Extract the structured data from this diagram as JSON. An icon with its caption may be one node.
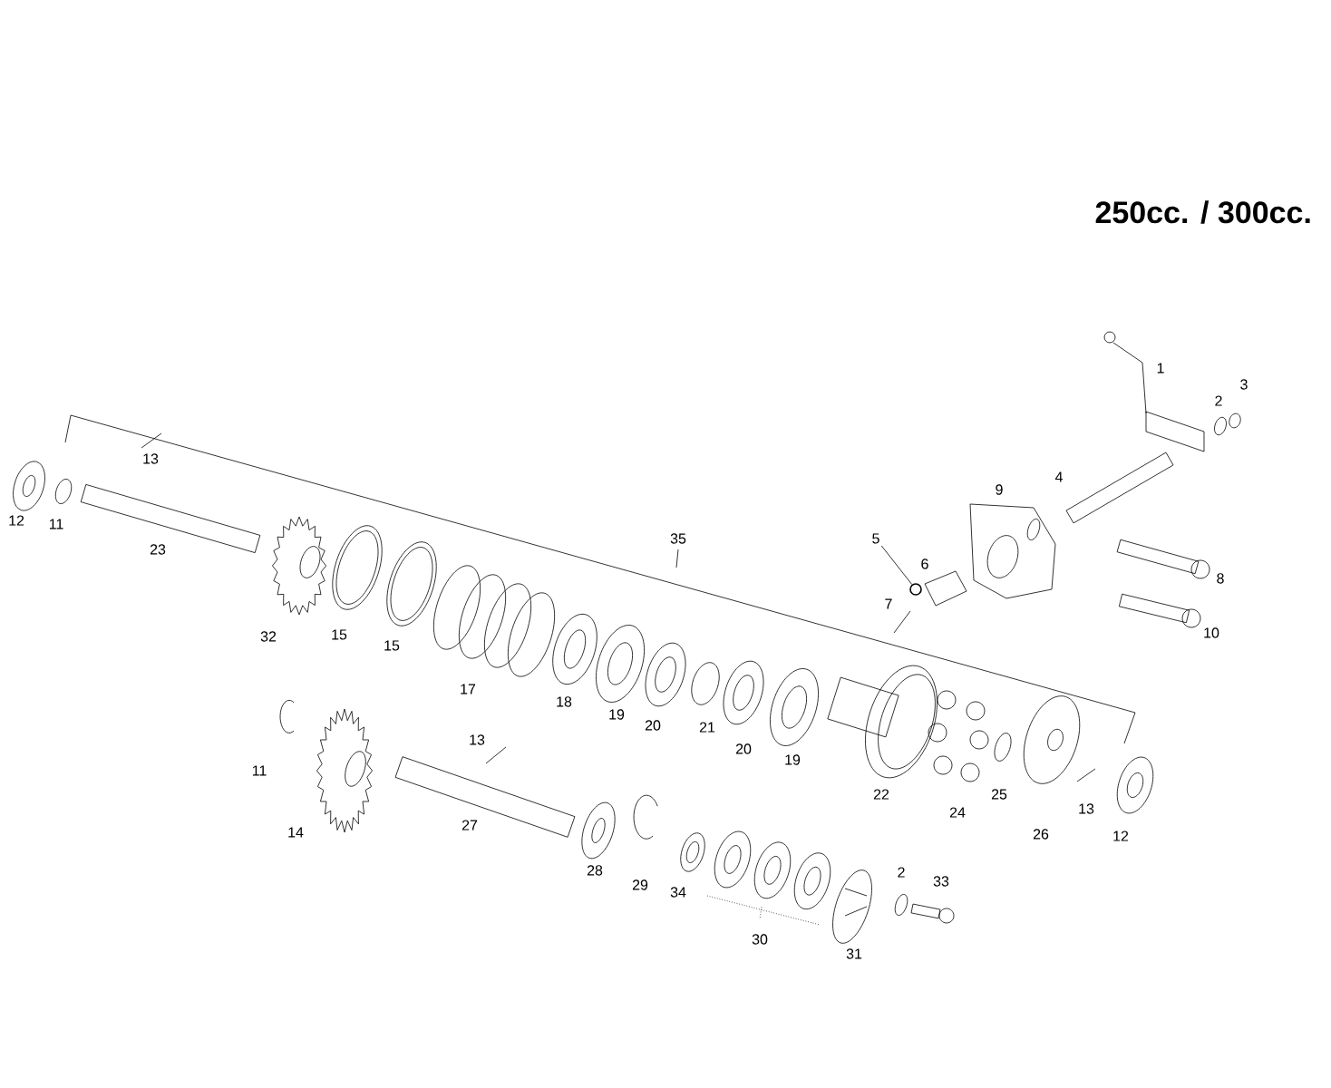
{
  "diagram": {
    "title": "250cc. / 300cc.",
    "nodes": [
      {
        "text": [
          "5"
        ]
      },
      {
        "text": [],
        "shape": "circle"
      }
    ],
    "edges": [
      {
        "from": 0,
        "to": 1,
        "arrow": "none"
      }
    ],
    "labels": [
      "1",
      "3",
      "2",
      "13",
      "4",
      "9",
      "12",
      "11",
      "35",
      "6",
      "8",
      "23",
      "7",
      "10",
      "32",
      "15",
      "15",
      "17",
      "18",
      "19",
      "20",
      "21",
      "20",
      "19",
      "22",
      "11",
      "13",
      "24",
      "25",
      "26",
      "13",
      "12",
      "14",
      "27",
      "28",
      "29",
      "34",
      "2",
      "33",
      "30",
      "31"
    ]
  }
}
